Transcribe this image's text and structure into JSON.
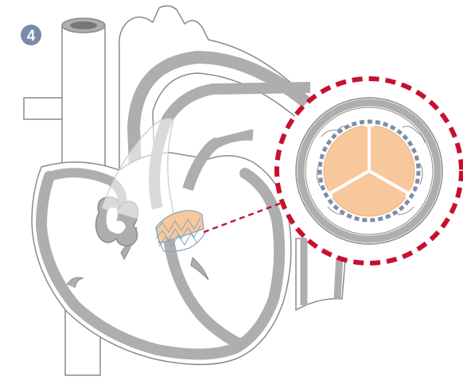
{
  "diagram": {
    "step_number": "4",
    "colors": {
      "badge_fill": "#7b8aa8",
      "badge_text": "#ffffff",
      "vessel_fill": "#ffffff",
      "wall_gray": "#aeaeae",
      "wall_outline": "#8a8a8a",
      "valve_fill": "#f8c89c",
      "valve_highlight": "#ffffff",
      "stent_ring": "#7c8ea8",
      "stent_mesh": "#7fa8c4",
      "callout_dash": "#c8102e"
    },
    "icons": {
      "badge": "number-badge-circle",
      "zoom_callout": "magnifier-callout-circle",
      "valve_leaflets": "tricuspid-valve-leaflets",
      "stent": "transcatheter-valve-stent"
    }
  }
}
